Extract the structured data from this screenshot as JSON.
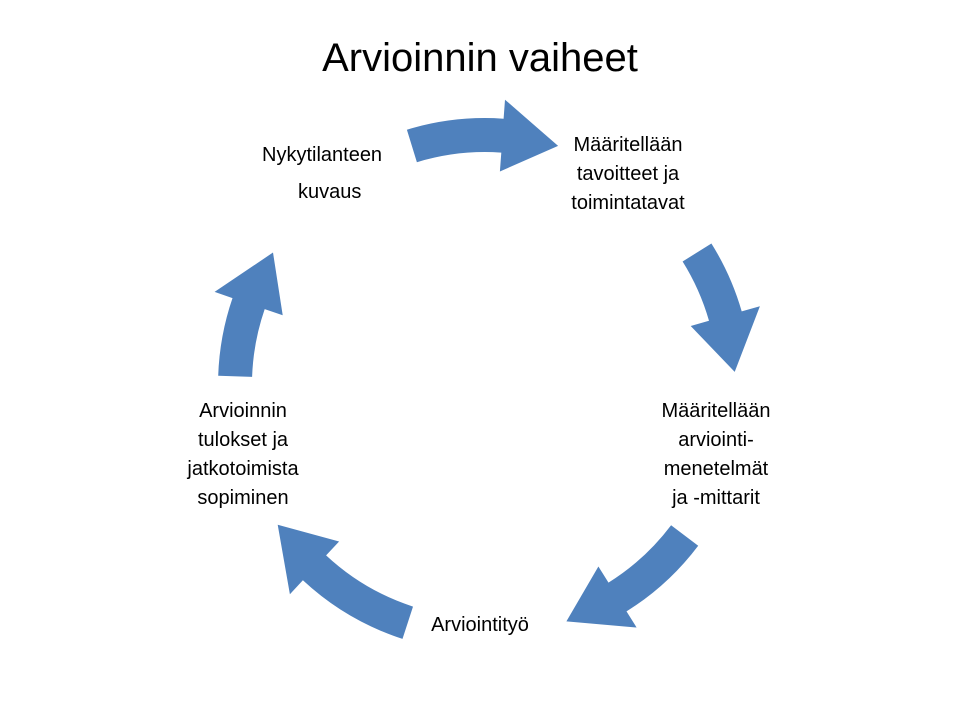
{
  "title": "Arvioinnin vaiheet",
  "accent_color": "#4F81BD",
  "steps": [
    {
      "lines": [
        "Nykytilanteen",
        "kuvaus"
      ]
    },
    {
      "lines": [
        "Määritellään",
        "tavoitteet ja",
        "toimintatavat"
      ]
    },
    {
      "lines": [
        "Määritellään",
        "arviointi-",
        "menetelmät",
        "ja -mittarit"
      ]
    },
    {
      "lines": [
        "Arviointityö"
      ]
    },
    {
      "lines": [
        "Arvioinnin",
        "tulokset ja",
        "jatkotoimista",
        "sopiminen"
      ]
    }
  ]
}
